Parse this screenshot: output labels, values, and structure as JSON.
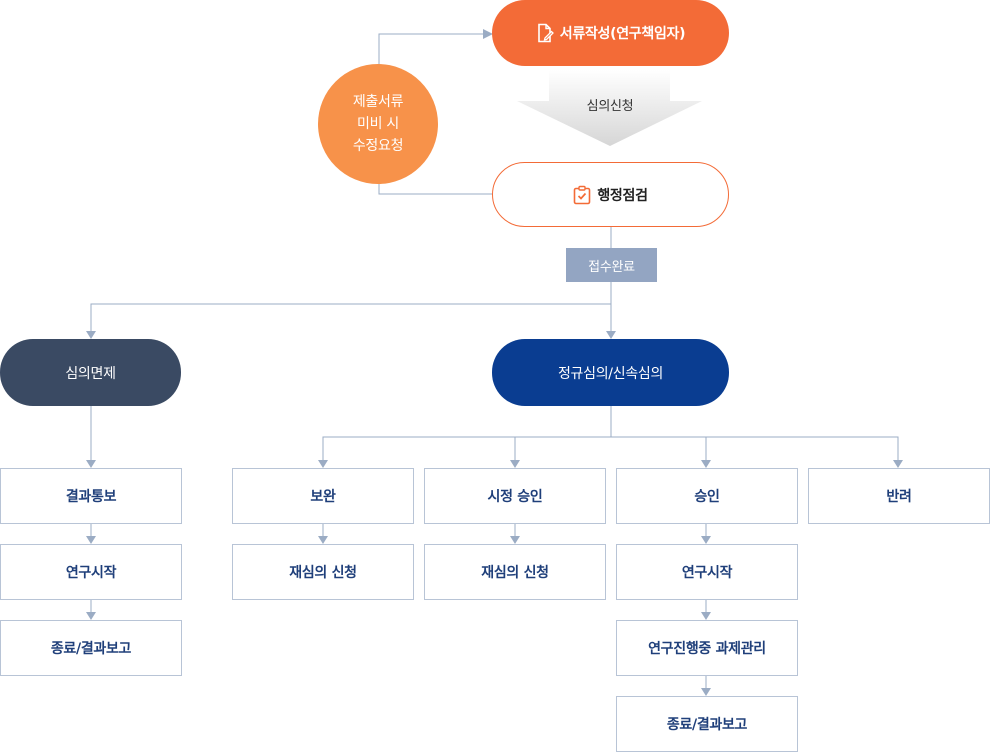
{
  "top": {
    "write": "서류작성(연구책임자)",
    "review_request": "심의신청",
    "admin_check": "행정점검",
    "revision_request": [
      "제출서류",
      "미비 시",
      "수정요청"
    ],
    "received": "접수완료"
  },
  "branches": {
    "exempt": "심의면제",
    "regular": "정규심의/신속심의"
  },
  "exempt_steps": [
    "결과통보",
    "연구시작",
    "종료/결과보고"
  ],
  "outcomes": {
    "supplement": "보완",
    "conditional": "시정 승인",
    "approve": "승인",
    "reject": "반려"
  },
  "supplement_next": "재심의 신청",
  "conditional_next": "재심의 신청",
  "approve_steps": [
    "연구시작",
    "연구진행중 과제관리",
    "종료/결과보고"
  ],
  "colors": {
    "orange": "#f36b37",
    "light_orange": "#f7924a",
    "dark_slate": "#3a4a63",
    "navy": "#0a3d91",
    "connector": "#9bacc4",
    "tag": "#93a5c2"
  }
}
